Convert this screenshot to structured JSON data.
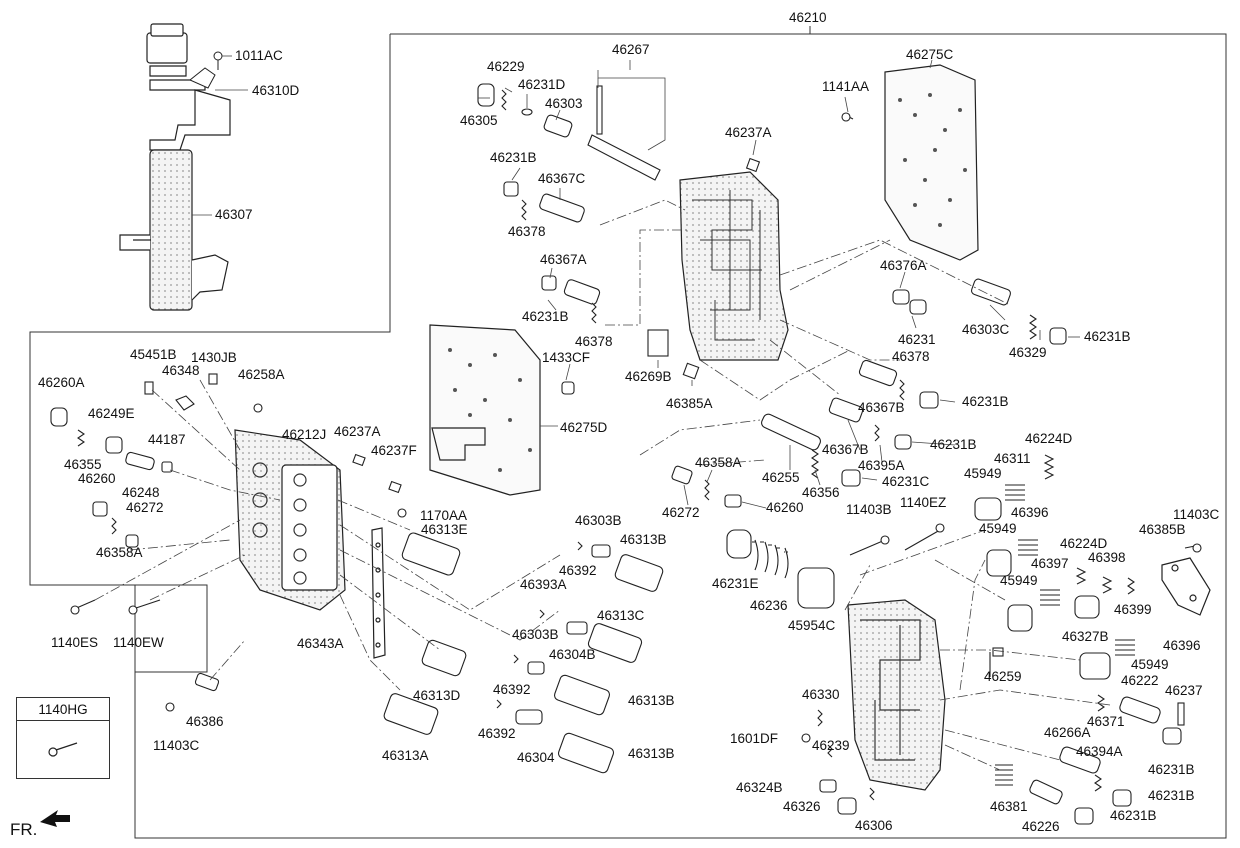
{
  "diagram": {
    "assembly_label": "46210",
    "front_label": "FR.",
    "legend_box": {
      "title": "1140HG"
    },
    "parts": [
      {
        "id": "46210",
        "label": "46210"
      },
      {
        "id": "1011AC",
        "label": "1011AC"
      },
      {
        "id": "46310D",
        "label": "46310D"
      },
      {
        "id": "46307",
        "label": "46307"
      },
      {
        "id": "46229",
        "label": "46229"
      },
      {
        "id": "46231D",
        "label": "46231D"
      },
      {
        "id": "46267",
        "label": "46267"
      },
      {
        "id": "46303_top",
        "label": "46303"
      },
      {
        "id": "46305",
        "label": "46305"
      },
      {
        "id": "46231B_a",
        "label": "46231B"
      },
      {
        "id": "46367C",
        "label": "46367C"
      },
      {
        "id": "46378_a",
        "label": "46378"
      },
      {
        "id": "46237A_top",
        "label": "46237A"
      },
      {
        "id": "1141AA",
        "label": "1141AA"
      },
      {
        "id": "46275C",
        "label": "46275C"
      },
      {
        "id": "46367A",
        "label": "46367A"
      },
      {
        "id": "46231B_b",
        "label": "46231B"
      },
      {
        "id": "46378_b",
        "label": "46378"
      },
      {
        "id": "46269B",
        "label": "46269B"
      },
      {
        "id": "1433CF",
        "label": "1433CF"
      },
      {
        "id": "46385A",
        "label": "46385A"
      },
      {
        "id": "46275D",
        "label": "46275D"
      },
      {
        "id": "46376A",
        "label": "46376A"
      },
      {
        "id": "46231",
        "label": "46231"
      },
      {
        "id": "46303C",
        "label": "46303C"
      },
      {
        "id": "46329",
        "label": "46329"
      },
      {
        "id": "46231B_c",
        "label": "46231B"
      },
      {
        "id": "46378_c",
        "label": "46378"
      },
      {
        "id": "46367B_a",
        "label": "46367B"
      },
      {
        "id": "46231B_d",
        "label": "46231B"
      },
      {
        "id": "46367B_b",
        "label": "46367B"
      },
      {
        "id": "46231B_e",
        "label": "46231B"
      },
      {
        "id": "46395A",
        "label": "46395A"
      },
      {
        "id": "46231C",
        "label": "46231C"
      },
      {
        "id": "46255",
        "label": "46255"
      },
      {
        "id": "46356",
        "label": "46356"
      },
      {
        "id": "46358A_top",
        "label": "46358A"
      },
      {
        "id": "46272_mid",
        "label": "46272"
      },
      {
        "id": "46260_mid",
        "label": "46260"
      },
      {
        "id": "46224D_a",
        "label": "46224D"
      },
      {
        "id": "46311",
        "label": "46311"
      },
      {
        "id": "45949_a",
        "label": "45949"
      },
      {
        "id": "45451B",
        "label": "45451B"
      },
      {
        "id": "1430JB",
        "label": "1430JB"
      },
      {
        "id": "46348",
        "label": "46348"
      },
      {
        "id": "46258A",
        "label": "46258A"
      },
      {
        "id": "46260A",
        "label": "46260A"
      },
      {
        "id": "46249E",
        "label": "46249E"
      },
      {
        "id": "44187",
        "label": "44187"
      },
      {
        "id": "46212J",
        "label": "46212J"
      },
      {
        "id": "46237A_mid",
        "label": "46237A"
      },
      {
        "id": "46237F",
        "label": "46237F"
      },
      {
        "id": "46355",
        "label": "46355"
      },
      {
        "id": "46260_left",
        "label": "46260"
      },
      {
        "id": "46248",
        "label": "46248"
      },
      {
        "id": "46272_left",
        "label": "46272"
      },
      {
        "id": "46358A_left",
        "label": "46358A"
      },
      {
        "id": "1170AA",
        "label": "1170AA"
      },
      {
        "id": "46313E",
        "label": "46313E"
      },
      {
        "id": "46303B_a",
        "label": "46303B"
      },
      {
        "id": "46313B_a",
        "label": "46313B"
      },
      {
        "id": "46392_a",
        "label": "46392"
      },
      {
        "id": "46393A",
        "label": "46393A"
      },
      {
        "id": "46303B_b",
        "label": "46303B"
      },
      {
        "id": "46313C",
        "label": "46313C"
      },
      {
        "id": "46304B",
        "label": "46304B"
      },
      {
        "id": "46392_b",
        "label": "46392"
      },
      {
        "id": "46313B_b",
        "label": "46313B"
      },
      {
        "id": "46392_c",
        "label": "46392"
      },
      {
        "id": "46304",
        "label": "46304"
      },
      {
        "id": "46313B_c",
        "label": "46313B"
      },
      {
        "id": "46343A",
        "label": "46343A"
      },
      {
        "id": "46313D",
        "label": "46313D"
      },
      {
        "id": "46313A",
        "label": "46313A"
      },
      {
        "id": "1140ES",
        "label": "1140ES"
      },
      {
        "id": "1140EW",
        "label": "1140EW"
      },
      {
        "id": "46386",
        "label": "46386"
      },
      {
        "id": "11403C_left",
        "label": "11403C"
      },
      {
        "id": "11403B",
        "label": "11403B"
      },
      {
        "id": "1140EZ",
        "label": "1140EZ"
      },
      {
        "id": "46231E",
        "label": "46231E"
      },
      {
        "id": "46236",
        "label": "46236"
      },
      {
        "id": "45954C",
        "label": "45954C"
      },
      {
        "id": "46396_a",
        "label": "46396"
      },
      {
        "id": "45949_b",
        "label": "45949"
      },
      {
        "id": "46224D_b",
        "label": "46224D"
      },
      {
        "id": "46397",
        "label": "46397"
      },
      {
        "id": "46398",
        "label": "46398"
      },
      {
        "id": "45949_c",
        "label": "45949"
      },
      {
        "id": "46399",
        "label": "46399"
      },
      {
        "id": "46385B",
        "label": "46385B"
      },
      {
        "id": "11403C_right",
        "label": "11403C"
      },
      {
        "id": "46327B",
        "label": "46327B"
      },
      {
        "id": "46396_b",
        "label": "46396"
      },
      {
        "id": "45949_d",
        "label": "45949"
      },
      {
        "id": "46259",
        "label": "46259"
      },
      {
        "id": "46330",
        "label": "46330"
      },
      {
        "id": "46222",
        "label": "46222"
      },
      {
        "id": "46237",
        "label": "46237"
      },
      {
        "id": "46371",
        "label": "46371"
      },
      {
        "id": "1601DF",
        "label": "1601DF"
      },
      {
        "id": "46239",
        "label": "46239"
      },
      {
        "id": "46266A",
        "label": "46266A"
      },
      {
        "id": "46231B_f",
        "label": "46231B"
      },
      {
        "id": "46394A",
        "label": "46394A"
      },
      {
        "id": "46324B",
        "label": "46324B"
      },
      {
        "id": "46381",
        "label": "46381"
      },
      {
        "id": "46231B_g",
        "label": "46231B"
      },
      {
        "id": "46326",
        "label": "46326"
      },
      {
        "id": "46306",
        "label": "46306"
      },
      {
        "id": "46226",
        "label": "46226"
      },
      {
        "id": "46231B_h",
        "label": "46231B"
      }
    ]
  }
}
